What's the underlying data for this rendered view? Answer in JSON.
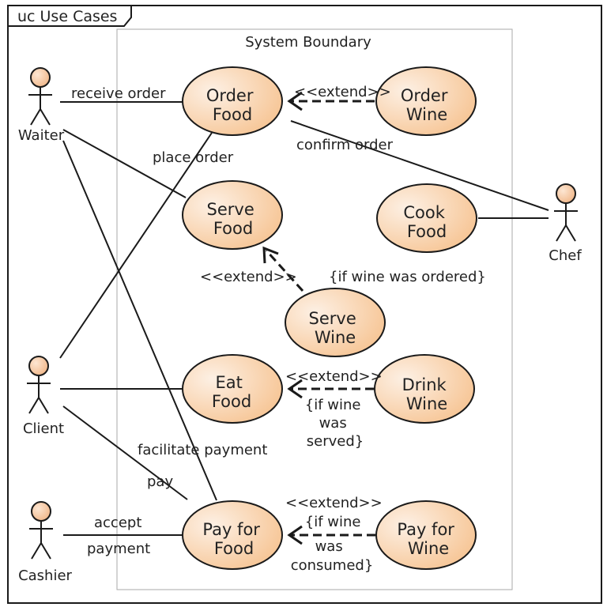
{
  "frame": {
    "title": "uc Use Cases"
  },
  "system": {
    "title": "System Boundary"
  },
  "colors": {
    "usecase_fill_light": "#fdf0e4",
    "usecase_fill_dark": "#f6c391",
    "actor_fill_light": "#fde6d2",
    "actor_fill_dark": "#f0b586",
    "line": "#1a1a1a",
    "boundary": "#aaaaaa"
  },
  "actors": {
    "waiter": "Waiter",
    "client": "Client",
    "cashier": "Cashier",
    "chef": "Chef"
  },
  "use_cases": {
    "order_food": [
      "Order",
      "Food"
    ],
    "order_wine": [
      "Order",
      "Wine"
    ],
    "serve_food": [
      "Serve",
      "Food"
    ],
    "cook_food": [
      "Cook",
      "Food"
    ],
    "serve_wine": [
      "Serve",
      "Wine"
    ],
    "eat_food": [
      "Eat",
      "Food"
    ],
    "drink_wine": [
      "Drink",
      "Wine"
    ],
    "pay_food": [
      "Pay for",
      "Food"
    ],
    "pay_wine": [
      "Pay for",
      "Wine"
    ]
  },
  "labels": {
    "receive_order": "receive order",
    "place_order": "place order",
    "confirm_order": "confirm order",
    "facilitate_payment": "facilitate payment",
    "pay": "pay",
    "accept": "accept",
    "payment": "payment",
    "extend_order_wine": "<<extend>>",
    "extend_serve_wine": "<<extend>>",
    "extend_drink_wine": "<<extend>>",
    "extend_pay_wine": "<<extend>>",
    "cond_serve_wine": "{if wine was ordered}",
    "cond_drink_wine": [
      "{if wine",
      "was",
      "served}"
    ],
    "cond_pay_wine": [
      "{if wine",
      "was",
      "consumed}"
    ]
  }
}
